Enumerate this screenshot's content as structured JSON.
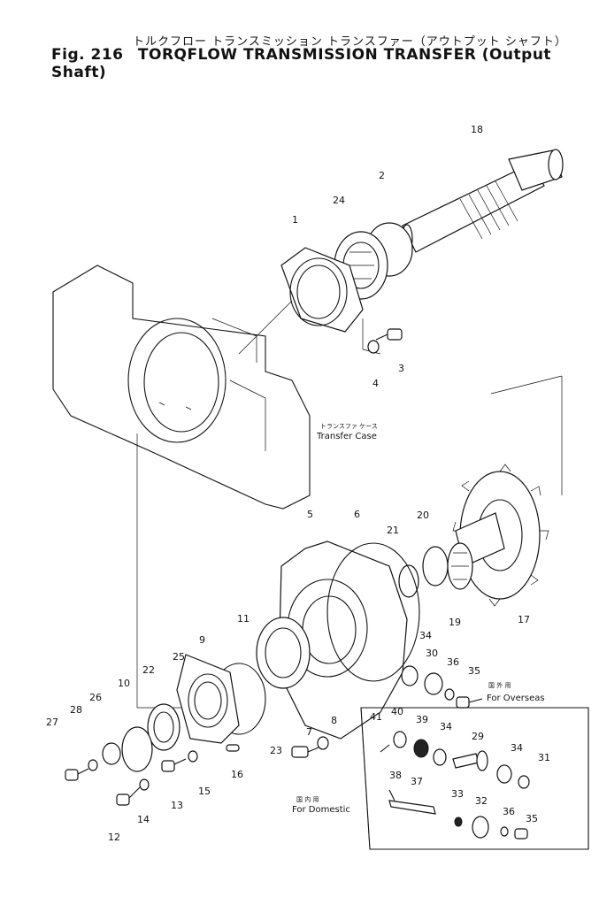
{
  "title": {
    "japanese": "トルクフロー トランスミッション トランスファー（アウトプット シャフト）",
    "figure": "Fig. 216",
    "english": "TORQFLOW TRANSMISSION TRANSFER (Output Shaft)"
  },
  "notes": {
    "transfer_case_jp": "トランスファ ケース",
    "transfer_case": "Transfer Case",
    "overseas_jp": "国 外 用",
    "overseas": "For Overseas",
    "domestic_jp": "国 内 用",
    "domestic": "For Domestic"
  },
  "callouts": [
    "1",
    "2",
    "3",
    "4",
    "5",
    "6",
    "7",
    "8",
    "9",
    "10",
    "11",
    "12",
    "13",
    "14",
    "15",
    "16",
    "17",
    "18",
    "19",
    "20",
    "21",
    "22",
    "23",
    "24",
    "25",
    "26",
    "27",
    "28",
    "29",
    "30",
    "31",
    "32",
    "33",
    "34",
    "34",
    "34",
    "35",
    "35",
    "36",
    "36",
    "37",
    "38",
    "39",
    "40",
    "41"
  ]
}
